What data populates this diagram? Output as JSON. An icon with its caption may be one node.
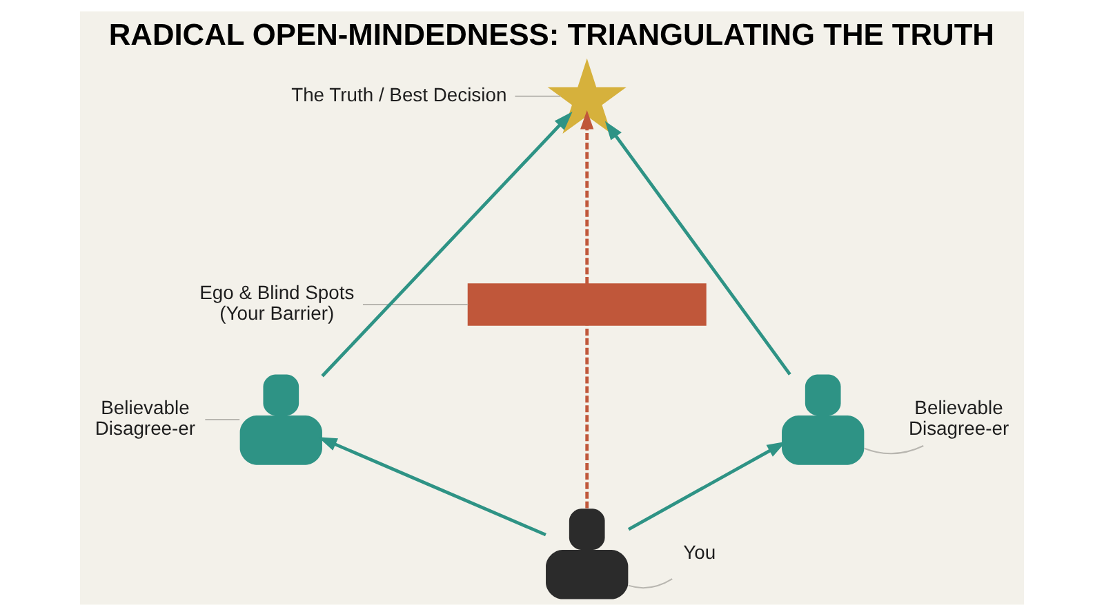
{
  "diagram": {
    "title": "RADICAL OPEN-MINDEDNESS: TRIANGULATING THE TRUTH",
    "nodes": [
      {
        "text": [
          "The Truth / Best Decision"
        ]
      },
      {
        "text": [],
        "shape": "star"
      },
      {
        "text": [
          "Ego & Blind Spots (Your Barrier)"
        ]
      },
      {
        "text": [],
        "shape": "bar"
      },
      {
        "text": [
          "Believable Disagree-er"
        ]
      },
      {
        "text": [],
        "shape": "person"
      },
      {
        "text": [
          "Believable Disagree-er"
        ]
      },
      {
        "text": [],
        "shape": "person"
      },
      {
        "text": [],
        "shape": "person"
      },
      {
        "text": [
          "You"
        ]
      }
    ],
    "edges": [
      {
        "from": 0,
        "to": 1,
        "arrow": "none"
      },
      {
        "from": 2,
        "to": 3,
        "arrow": "none"
      },
      {
        "from": 4,
        "to": 5,
        "arrow": "none"
      },
      {
        "from": 6,
        "to": 7,
        "arrow": "none"
      },
      {
        "from": 9,
        "to": 8,
        "arrow": "none"
      },
      {
        "from": 8,
        "to": 5,
        "arrow": "to",
        "color": "#2e9385"
      },
      {
        "from": 8,
        "to": 7,
        "arrow": "to",
        "color": "#2e9385"
      },
      {
        "from": 5,
        "to": 1,
        "arrow": "to",
        "color": "#2e9385"
      },
      {
        "from": 7,
        "to": 1,
        "arrow": "to",
        "color": "#2e9385"
      },
      {
        "from": 8,
        "to": 3,
        "arrow": "none",
        "style": "dashed",
        "color": "#c0573a"
      },
      {
        "from": 3,
        "to": 1,
        "arrow": "to",
        "style": "dashed",
        "color": "#c0573a"
      }
    ]
  }
}
